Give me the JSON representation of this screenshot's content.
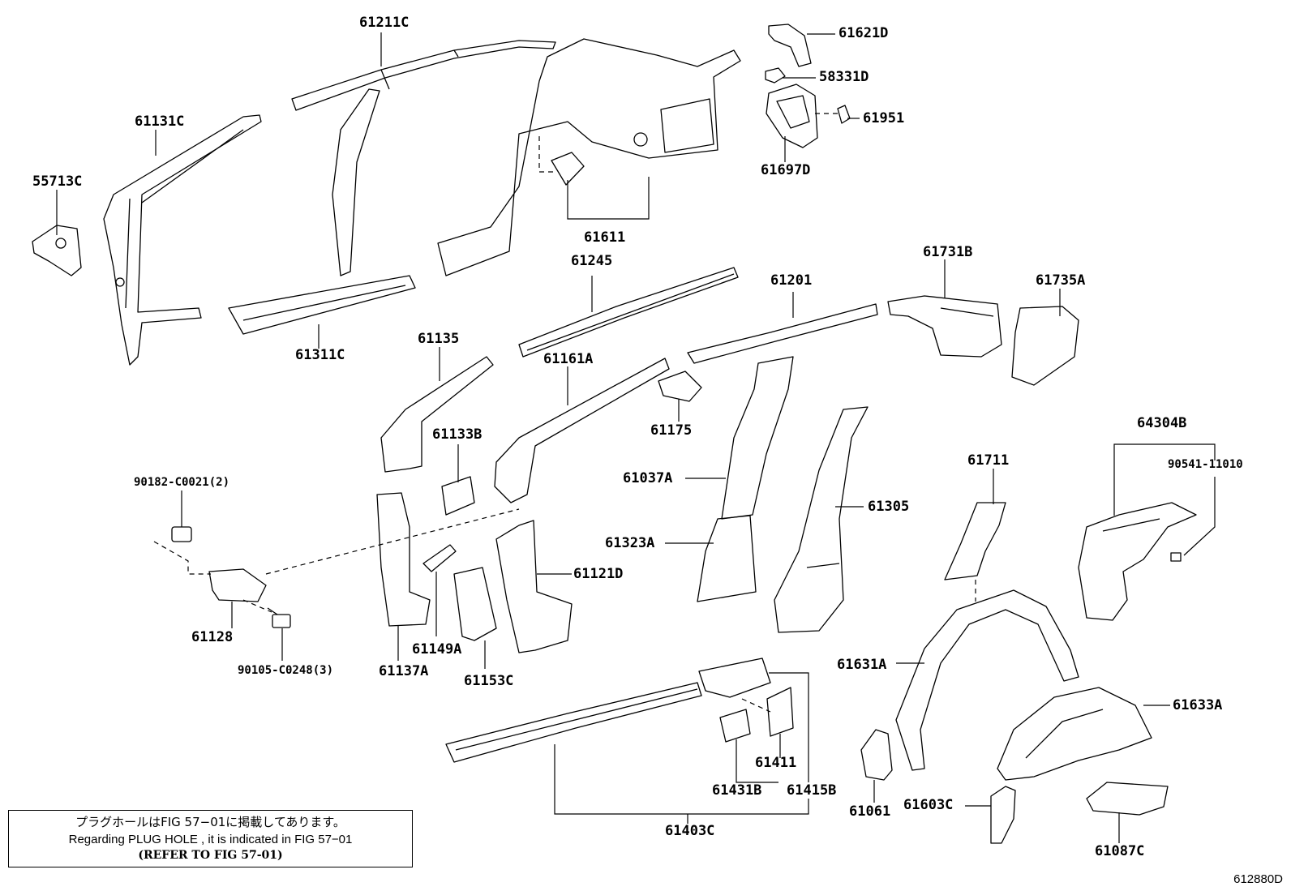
{
  "parts": {
    "p61211C": "61211C",
    "p61131C": "61131C",
    "p55713C": "55713C",
    "p61311C": "61311C",
    "p61611": "61611",
    "p61621D": "61621D",
    "p58331D": "58331D",
    "p61951": "61951",
    "p61697D": "61697D",
    "p61245": "61245",
    "p61201": "61201",
    "p61731B": "61731B",
    "p61735A": "61735A",
    "p61135": "61135",
    "p61161A": "61161A",
    "p61175": "61175",
    "p61133B": "61133B",
    "p61037A": "61037A",
    "p61305": "61305",
    "p64304B": "64304B",
    "p90541_11010": "90541-11010",
    "p61711": "61711",
    "p90182_C0021": "90182-C0021(2)",
    "p61323A": "61323A",
    "p61121D": "61121D",
    "p61128": "61128",
    "p61149A": "61149A",
    "p90105_C0248": "90105-C0248(3)",
    "p61137A": "61137A",
    "p61153C": "61153C",
    "p61631A": "61631A",
    "p61633A": "61633A",
    "p61411": "61411",
    "p61431B": "61431B",
    "p61415B": "61415B",
    "p61061": "61061",
    "p61603C": "61603C",
    "p61403C": "61403C",
    "p61087C": "61087C"
  },
  "note": {
    "jp": "プラグホールはFIG 57−01に掲載してあります。",
    "en": "Regarding  PLUG  HOLE , it is indicated in FIG  57−01",
    "ref": "(REFER TO FIG 57-01)"
  },
  "figure_id": "612880D"
}
